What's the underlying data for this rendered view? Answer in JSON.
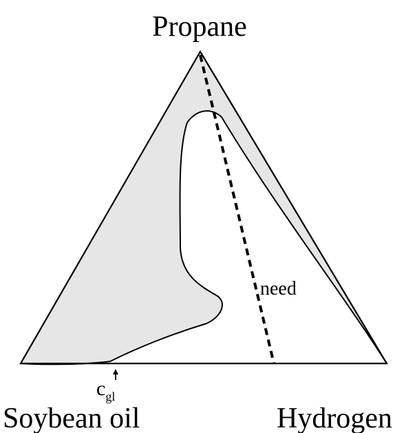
{
  "vertices": {
    "top": "Propane",
    "bottom_left": "Soybean oil",
    "bottom_right": "Hydrogen"
  },
  "annotations": {
    "line_label": "need",
    "marker_base": "c",
    "marker_sub": "gl"
  },
  "colors": {
    "region_fill": "#e6e6e6",
    "stroke": "#000000",
    "background": "#ffffff"
  }
}
